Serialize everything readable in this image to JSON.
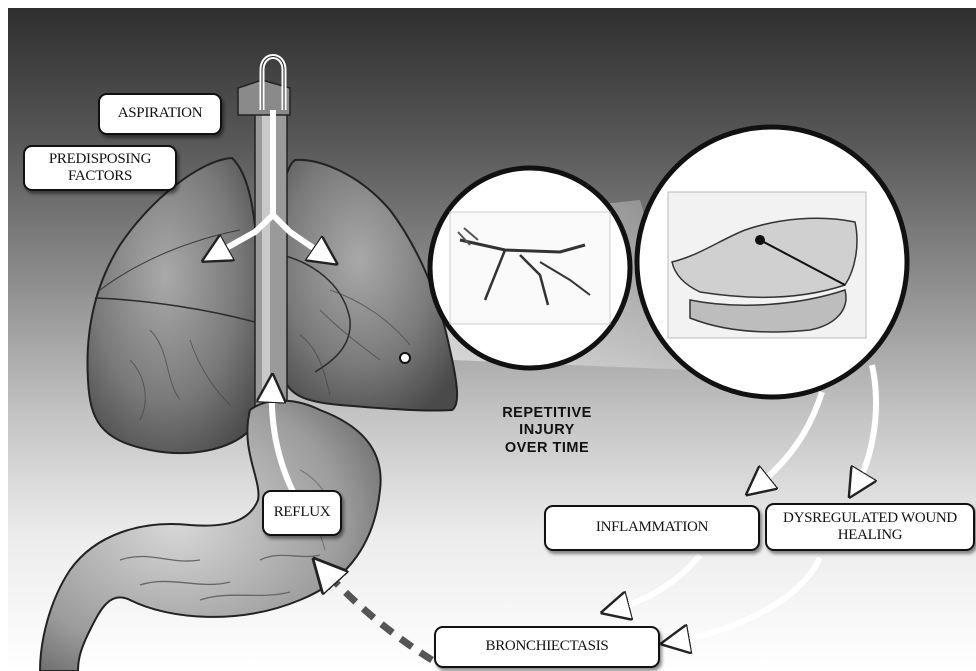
{
  "labels": {
    "aspiration": "ASPIRATION",
    "predisposing": "PREDISPOSING\nFACTORS",
    "reflux": "REFLUX",
    "inflammation": "INFLAMMATION",
    "dysregulated": "DYSREGULATED WOUND\nHEALING",
    "bronchiectasis": "BRONCHIECTASIS"
  },
  "caption": {
    "line1": "REPETITIVE",
    "line2": "INJURY",
    "line3": "OVER TIME"
  }
}
